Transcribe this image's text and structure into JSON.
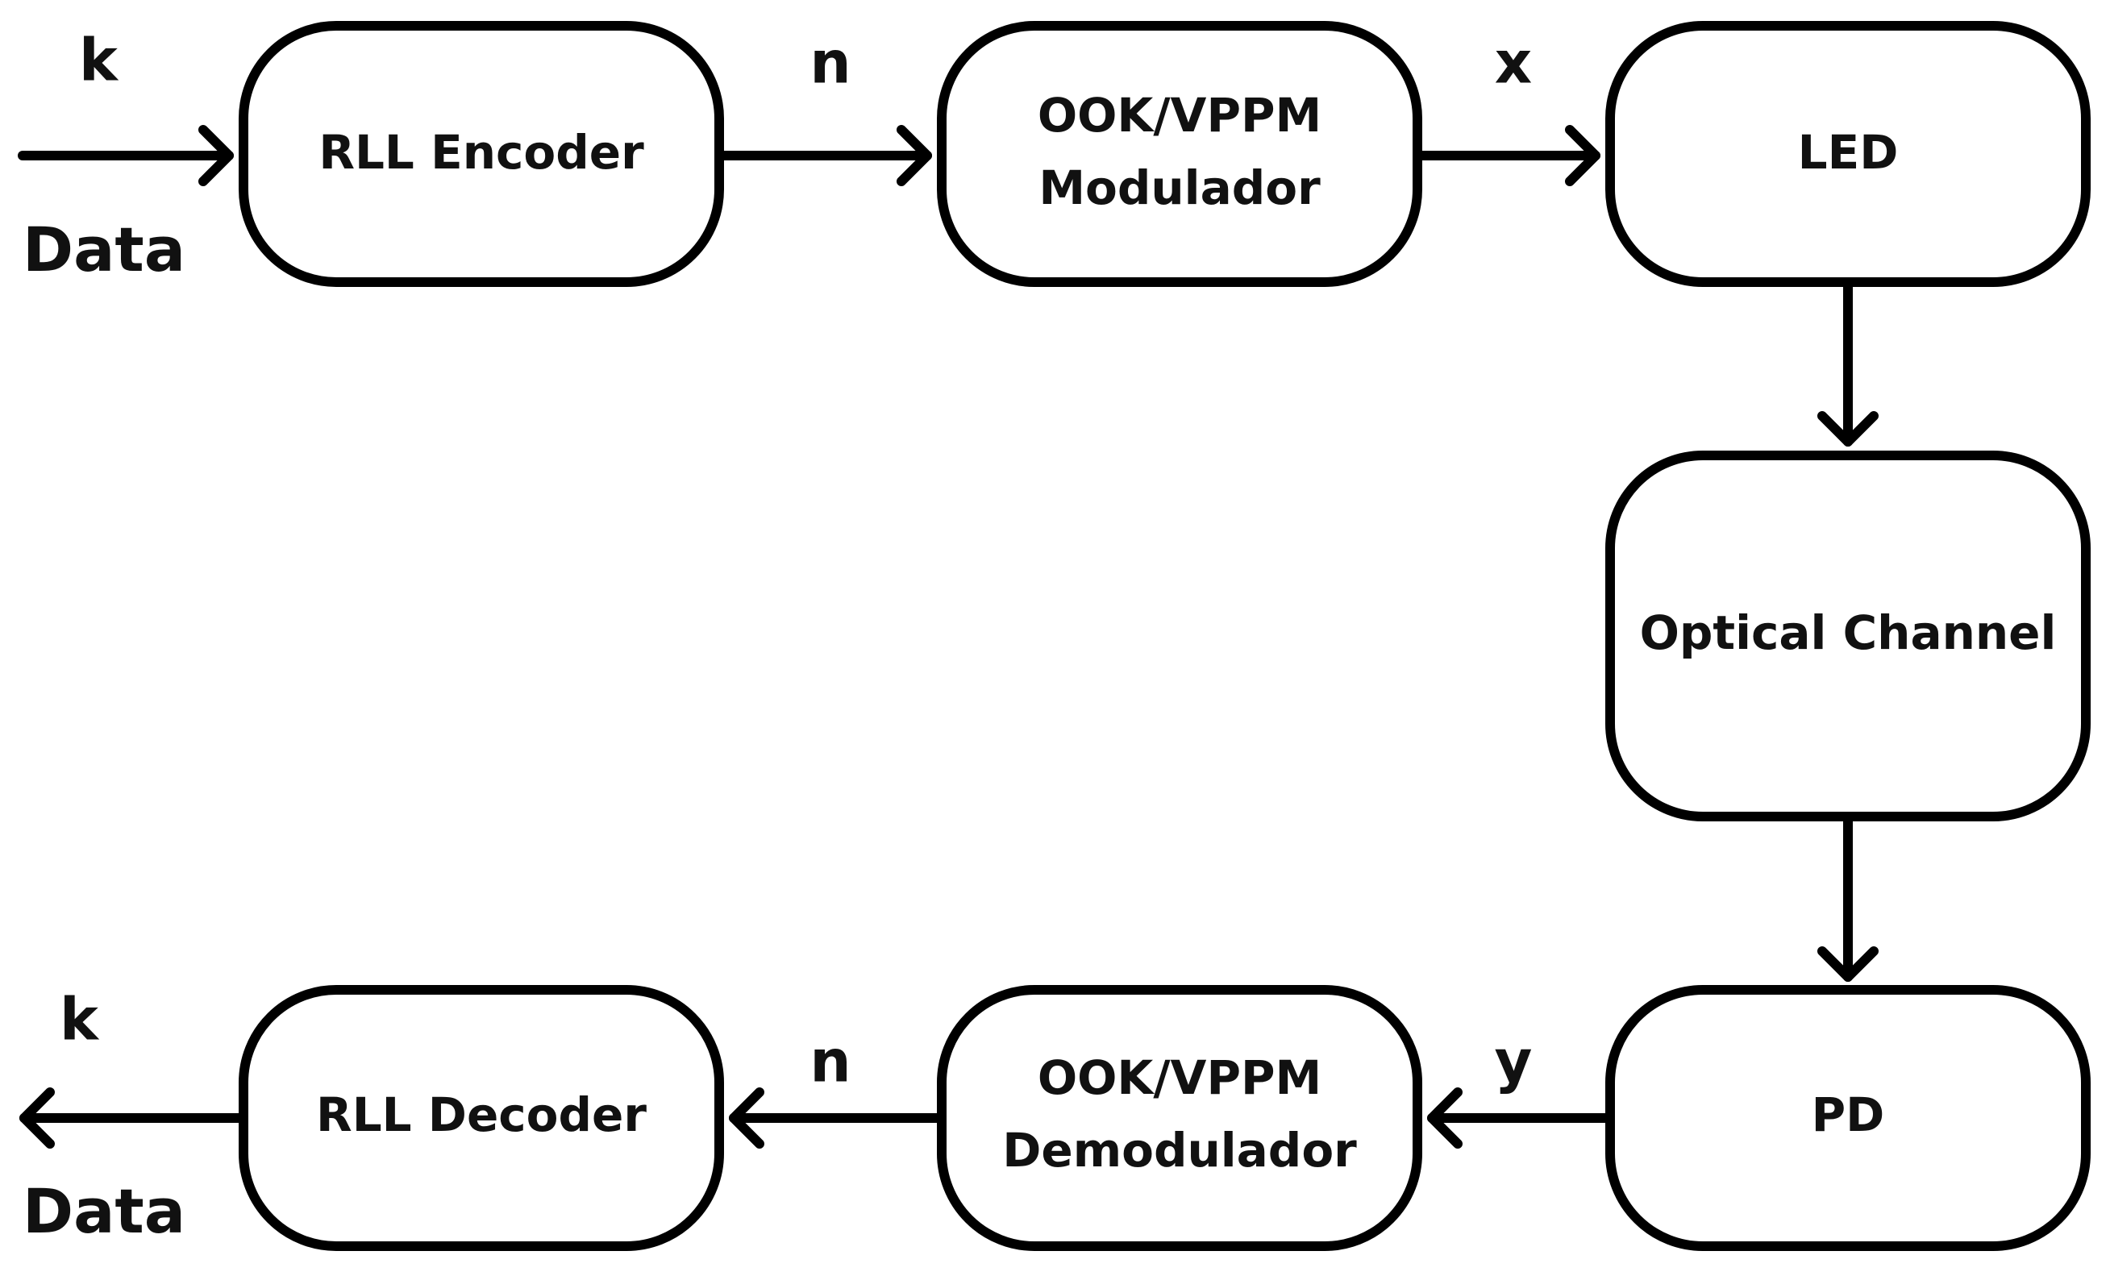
{
  "blocks": {
    "rll_encoder": {
      "lines": [
        "RLL Encoder"
      ]
    },
    "modulator": {
      "lines": [
        "OOK/VPPM",
        "Modulador"
      ]
    },
    "led": {
      "lines": [
        "LED"
      ]
    },
    "optical_channel": {
      "lines": [
        "Optical Channel"
      ]
    },
    "pd": {
      "lines": [
        "PD"
      ]
    },
    "demodulator": {
      "lines": [
        "OOK/VPPM",
        "Demodulador"
      ]
    },
    "rll_decoder": {
      "lines": [
        "RLL Decoder"
      ]
    }
  },
  "signals": {
    "input_k": "k",
    "input_data": "Data",
    "encoder_out_n": "n",
    "modulator_out_x": "x",
    "pd_out_y": "y",
    "demod_out_n": "n",
    "output_k": "k",
    "output_data": "Data"
  },
  "colors": {
    "stroke": "#000000",
    "text": "#111111",
    "background": "#ffffff"
  }
}
